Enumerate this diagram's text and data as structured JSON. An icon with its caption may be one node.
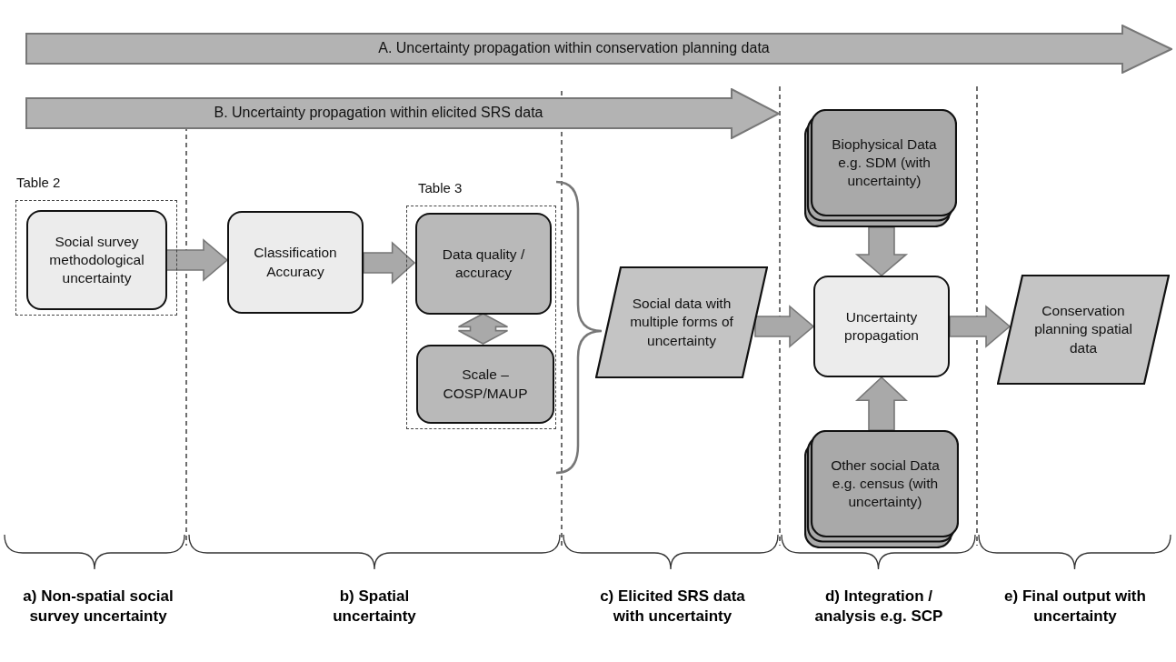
{
  "diagram": {
    "nodes": [
      {
        "text": [
          "A. Uncertainty propagation within conservation planning data"
        ]
      },
      {
        "text": [
          "B. Uncertainty propagation within elicited SRS data"
        ]
      },
      {
        "text": [
          "Table 2"
        ]
      },
      {
        "text": [
          "Social survey methodological uncertainty"
        ],
        "in": 2
      },
      {
        "text": [
          "Classification Accuracy"
        ]
      },
      {
        "text": [
          "Table 3"
        ]
      },
      {
        "text": [
          "Data quality / accuracy"
        ],
        "in": 5
      },
      {
        "text": [
          "Scale – COSP/MAUP"
        ],
        "in": 5
      },
      {
        "text": [
          "Social data with multiple forms of uncertainty"
        ]
      },
      {
        "text": [
          "Biophysical Data e.g. SDM (with uncertainty)"
        ]
      },
      {
        "text": [
          "Uncertainty propagation"
        ]
      },
      {
        "text": [
          "Other social Data e.g. census (with uncertainty)"
        ]
      },
      {
        "text": [
          "Conservation planning spatial data"
        ]
      }
    ],
    "edges": [
      {
        "from": 3,
        "to": 4,
        "arrow": "to"
      },
      {
        "from": 4,
        "to": 6,
        "arrow": "to"
      },
      {
        "from": 6,
        "to": 7,
        "arrow": "both"
      },
      {
        "from": 8,
        "to": 10,
        "arrow": "to"
      },
      {
        "from": 9,
        "to": 10,
        "arrow": "to"
      },
      {
        "from": 11,
        "to": 10,
        "arrow": "to"
      },
      {
        "from": 10,
        "to": 12,
        "arrow": "to"
      }
    ],
    "labels": [
      "a) Non-spatial social survey uncertainty",
      "b) Spatial uncertainty",
      "c) Elicited SRS data with uncertainty",
      "d) Integration / analysis e.g. SCP",
      "e) Final output with uncertainty"
    ]
  }
}
